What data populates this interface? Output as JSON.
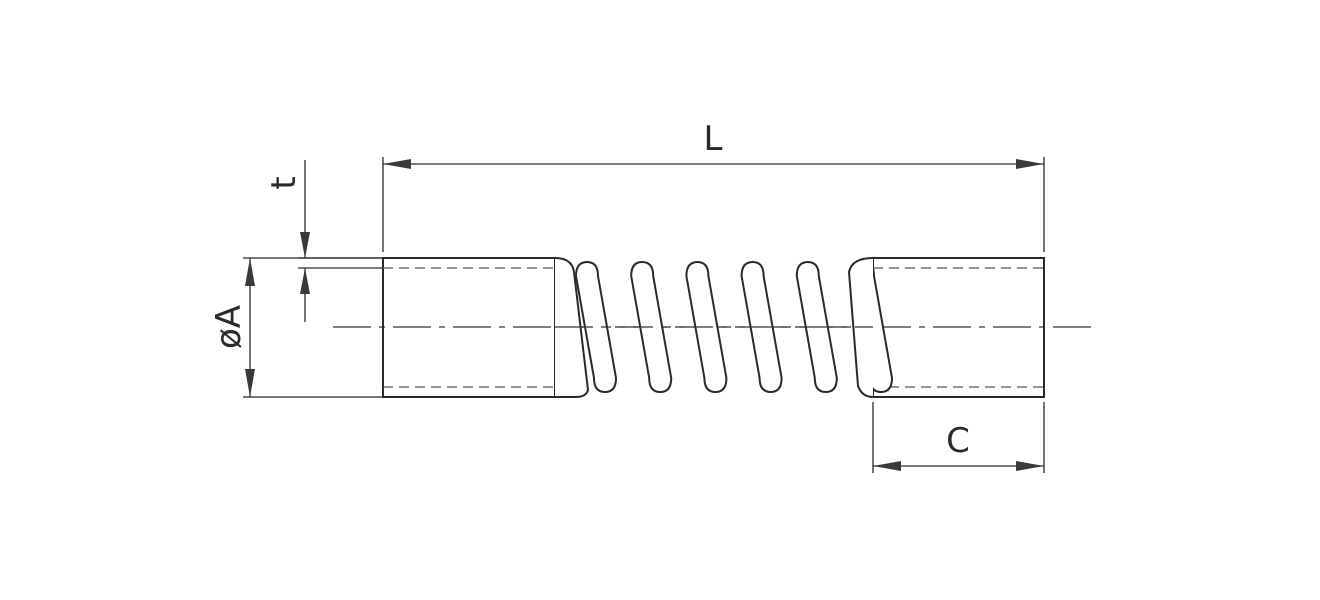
{
  "labels": {
    "length": "L",
    "thickness": "t",
    "diameter": "øA",
    "end_length": "C"
  },
  "part": {
    "coil_turns": 6
  }
}
